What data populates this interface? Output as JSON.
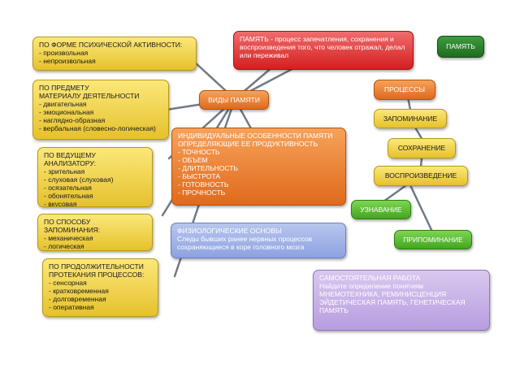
{
  "nodes": {
    "memory_definition": "ПАМЯТЬ - процесс запечатления, сохранения и воспроизведения того, что человек отражал, делал или переживал",
    "memory": "ПАМЯТЬ",
    "activity_form": "ПО ФОРМЕ ПСИХИЧЕСКОЙ АКТИВНОСТИ:\n- произвольная\n- непроизвольная",
    "activity_subject": "ПО ПРЕДМЕТУ\nМАТЕРИАЛУ ДЕЯТЕЛЬНОСТИ\n- двигательная\n- эмоциональная\n- наглядно-образная\n- вербальная (словесно-логическая)",
    "memory_types": "ВИДЫ ПАМЯТИ",
    "individual_features": "ИНДИВИДУАЛЬНЫЕ ОСОБЕННОСТИ ПАМЯТИ ОПРЕДЕЛЯЮЩИЕ ЕЕ ПРОДУКТИВНОСТЬ\n- ТОЧНОСТЬ\n- ОБЪЕМ\n- ДЛИТЕЛЬНОСТЬ\n- БЫСТРОТА\n- ГОТОВНОСТЬ\n- ПРОЧНОСТЬ",
    "process": "ПРОЦЕССЫ",
    "memorization": "ЗАПОМИНАНИЕ",
    "storage": "СОХРАНЕНИЕ",
    "reproduction": "ВОСПРОИЗВЕДЕНИЕ",
    "recognition": "УЗНАВАНИЕ",
    "recall": "ПРИПОМИНАНИЕ",
    "leading_analyzer": "ПО ВЕДУЩЕМУ АНАЛИЗАТОРУ:\n- зрительная\n- слуховая (слуховая)\n- осязательная\n- обонятельная\n- вкусовая",
    "memorization_method": "ПО СПОСОБУ ЗАПОМИНАНИЯ:\n- механическая\n- логическая",
    "duration": "ПО ПРОДОЛЖИТЕЛЬНОСТИ ПРОТЕКАНИЯ ПРОЦЕССОВ:\n- сенсорная\n- кратковременная\n- долговременная\n- оперативная",
    "physiological_basis": "ФИЗИОЛОГИЧЕСКИЕ ОСНОВЫ\nСледы бывших ранее нервных процессов сохраняющиеся в коре головного мозга",
    "independent_work": "САМОСТОЯТЕЛЬНАЯ РАБОТА\nНайдите определение понятиям МНЕМОТЕХНИКА, РЕМИНИСЦЕНЦИЯ ЭЙДЕТИЧЕСКАЯ ПАМЯТЬ, ГЕНЕТИЧЕСКАЯ ПАМЯТЬ"
  }
}
